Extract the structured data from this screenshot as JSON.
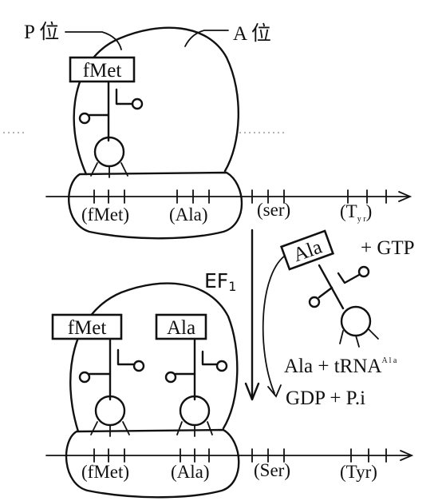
{
  "top_panel": {
    "p_site_label": "P 位",
    "a_site_label": "A 位",
    "p_site_trna_label": "fMet",
    "codons": [
      "(fMet)",
      "(Ala)",
      "(ser)"
    ],
    "codon_tyr_main": "(T",
    "codon_tyr_sub": "y r",
    "codon_tyr_close": ")"
  },
  "factor": {
    "ef_main": "EF",
    "ef_sub": "1",
    "incoming_trna_label": "Ala",
    "gtp_label": "+ GTP",
    "aminoacyl_main": "Ala + tRNA",
    "aminoacyl_sup": "A l a",
    "products_label": "GDP + P.i"
  },
  "bottom_panel": {
    "p_site_trna_label": "fMet",
    "a_site_trna_label": "Ala",
    "codons": [
      "(fMet)",
      "(Ala)",
      "(Ser)",
      "(Tyr)"
    ]
  }
}
